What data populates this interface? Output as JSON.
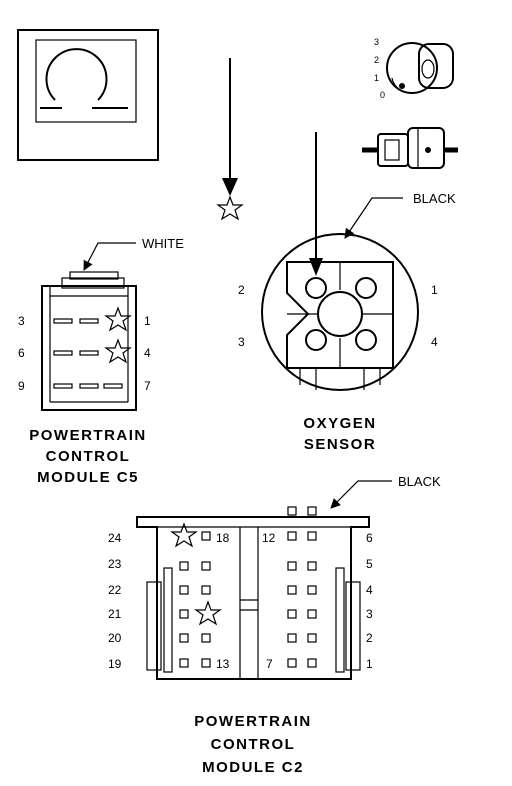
{
  "key_switch": {
    "positions": [
      "3",
      "2",
      "1",
      "0"
    ]
  },
  "oxygen_sensor": {
    "wire_color": "BLACK",
    "title_line1": "OXYGEN",
    "title_line2": "SENSOR",
    "pins": {
      "p1": "1",
      "p2": "2",
      "p3": "3",
      "p4": "4"
    }
  },
  "pcm_c5": {
    "wire_color": "WHITE",
    "title_line1": "POWERTRAIN",
    "title_line2": "CONTROL",
    "title_line3": "MODULE C5",
    "pins": {
      "p1": "1",
      "p3": "3",
      "p4": "4",
      "p6": "6",
      "p7": "7",
      "p9": "9"
    }
  },
  "pcm_c2": {
    "wire_color": "BLACK",
    "title_line1": "POWERTRAIN",
    "title_line2": "CONTROL",
    "title_line3": "MODULE C2",
    "left_pins": [
      "24",
      "23",
      "22",
      "21",
      "20",
      "19"
    ],
    "right_pins": [
      "6",
      "5",
      "4",
      "3",
      "2",
      "1"
    ],
    "inner_pins": {
      "p18": "18",
      "p13": "13",
      "p12": "12",
      "p7": "7"
    }
  }
}
